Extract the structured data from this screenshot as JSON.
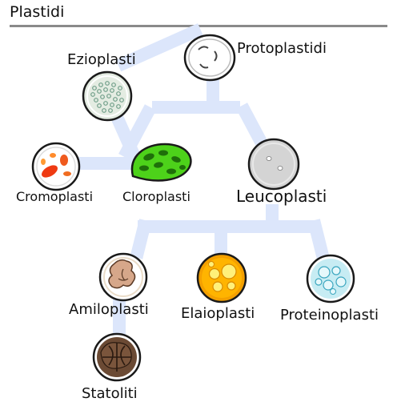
{
  "title": "Plastidi",
  "nodes": {
    "protoplastidi": "Protoplastidi",
    "ezioplasti": "Ezioplasti",
    "cromoplasti": "Cromoplasti",
    "cloroplasti": "Cloroplasti",
    "leucoplasti": "Leucoplasti",
    "amiloplasti": "Amiloplasti",
    "elaioplasti": "Elaioplasti",
    "proteinoplasti": "Proteinoplasti",
    "statoliti": "Statoliti"
  },
  "colors": {
    "connector": "#dce6fb",
    "rule": "#8a8a8a",
    "outline": "#1a1a1a"
  }
}
